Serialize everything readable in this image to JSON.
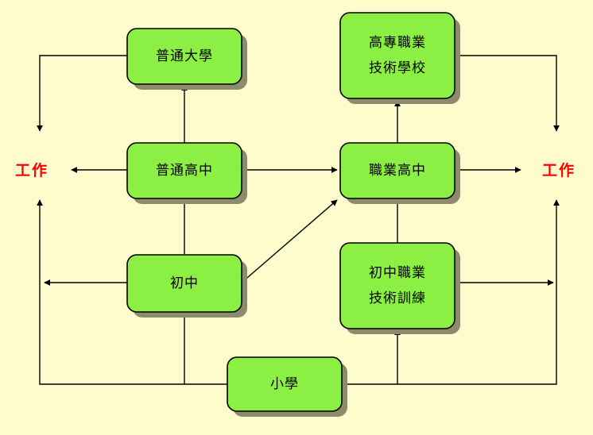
{
  "nodes": {
    "university": {
      "label": "普通大學"
    },
    "hvcollege": {
      "lines": [
        "高專職業",
        "技術學校"
      ]
    },
    "seniorhigh": {
      "label": "普通高中"
    },
    "vocationalhigh": {
      "label": "職業高中"
    },
    "juniorhigh": {
      "label": "初中"
    },
    "juniorvoc": {
      "lines": [
        "初中職業",
        "技術訓練"
      ]
    },
    "primary": {
      "label": "小學"
    }
  },
  "work": {
    "left_label": "工作",
    "right_label": "工作"
  },
  "colors": {
    "background": "#fefccc",
    "box_fill": "#8bf043",
    "box_shadow": "#8d8b6c",
    "work_text": "#ff0000",
    "lines": "#000000"
  }
}
